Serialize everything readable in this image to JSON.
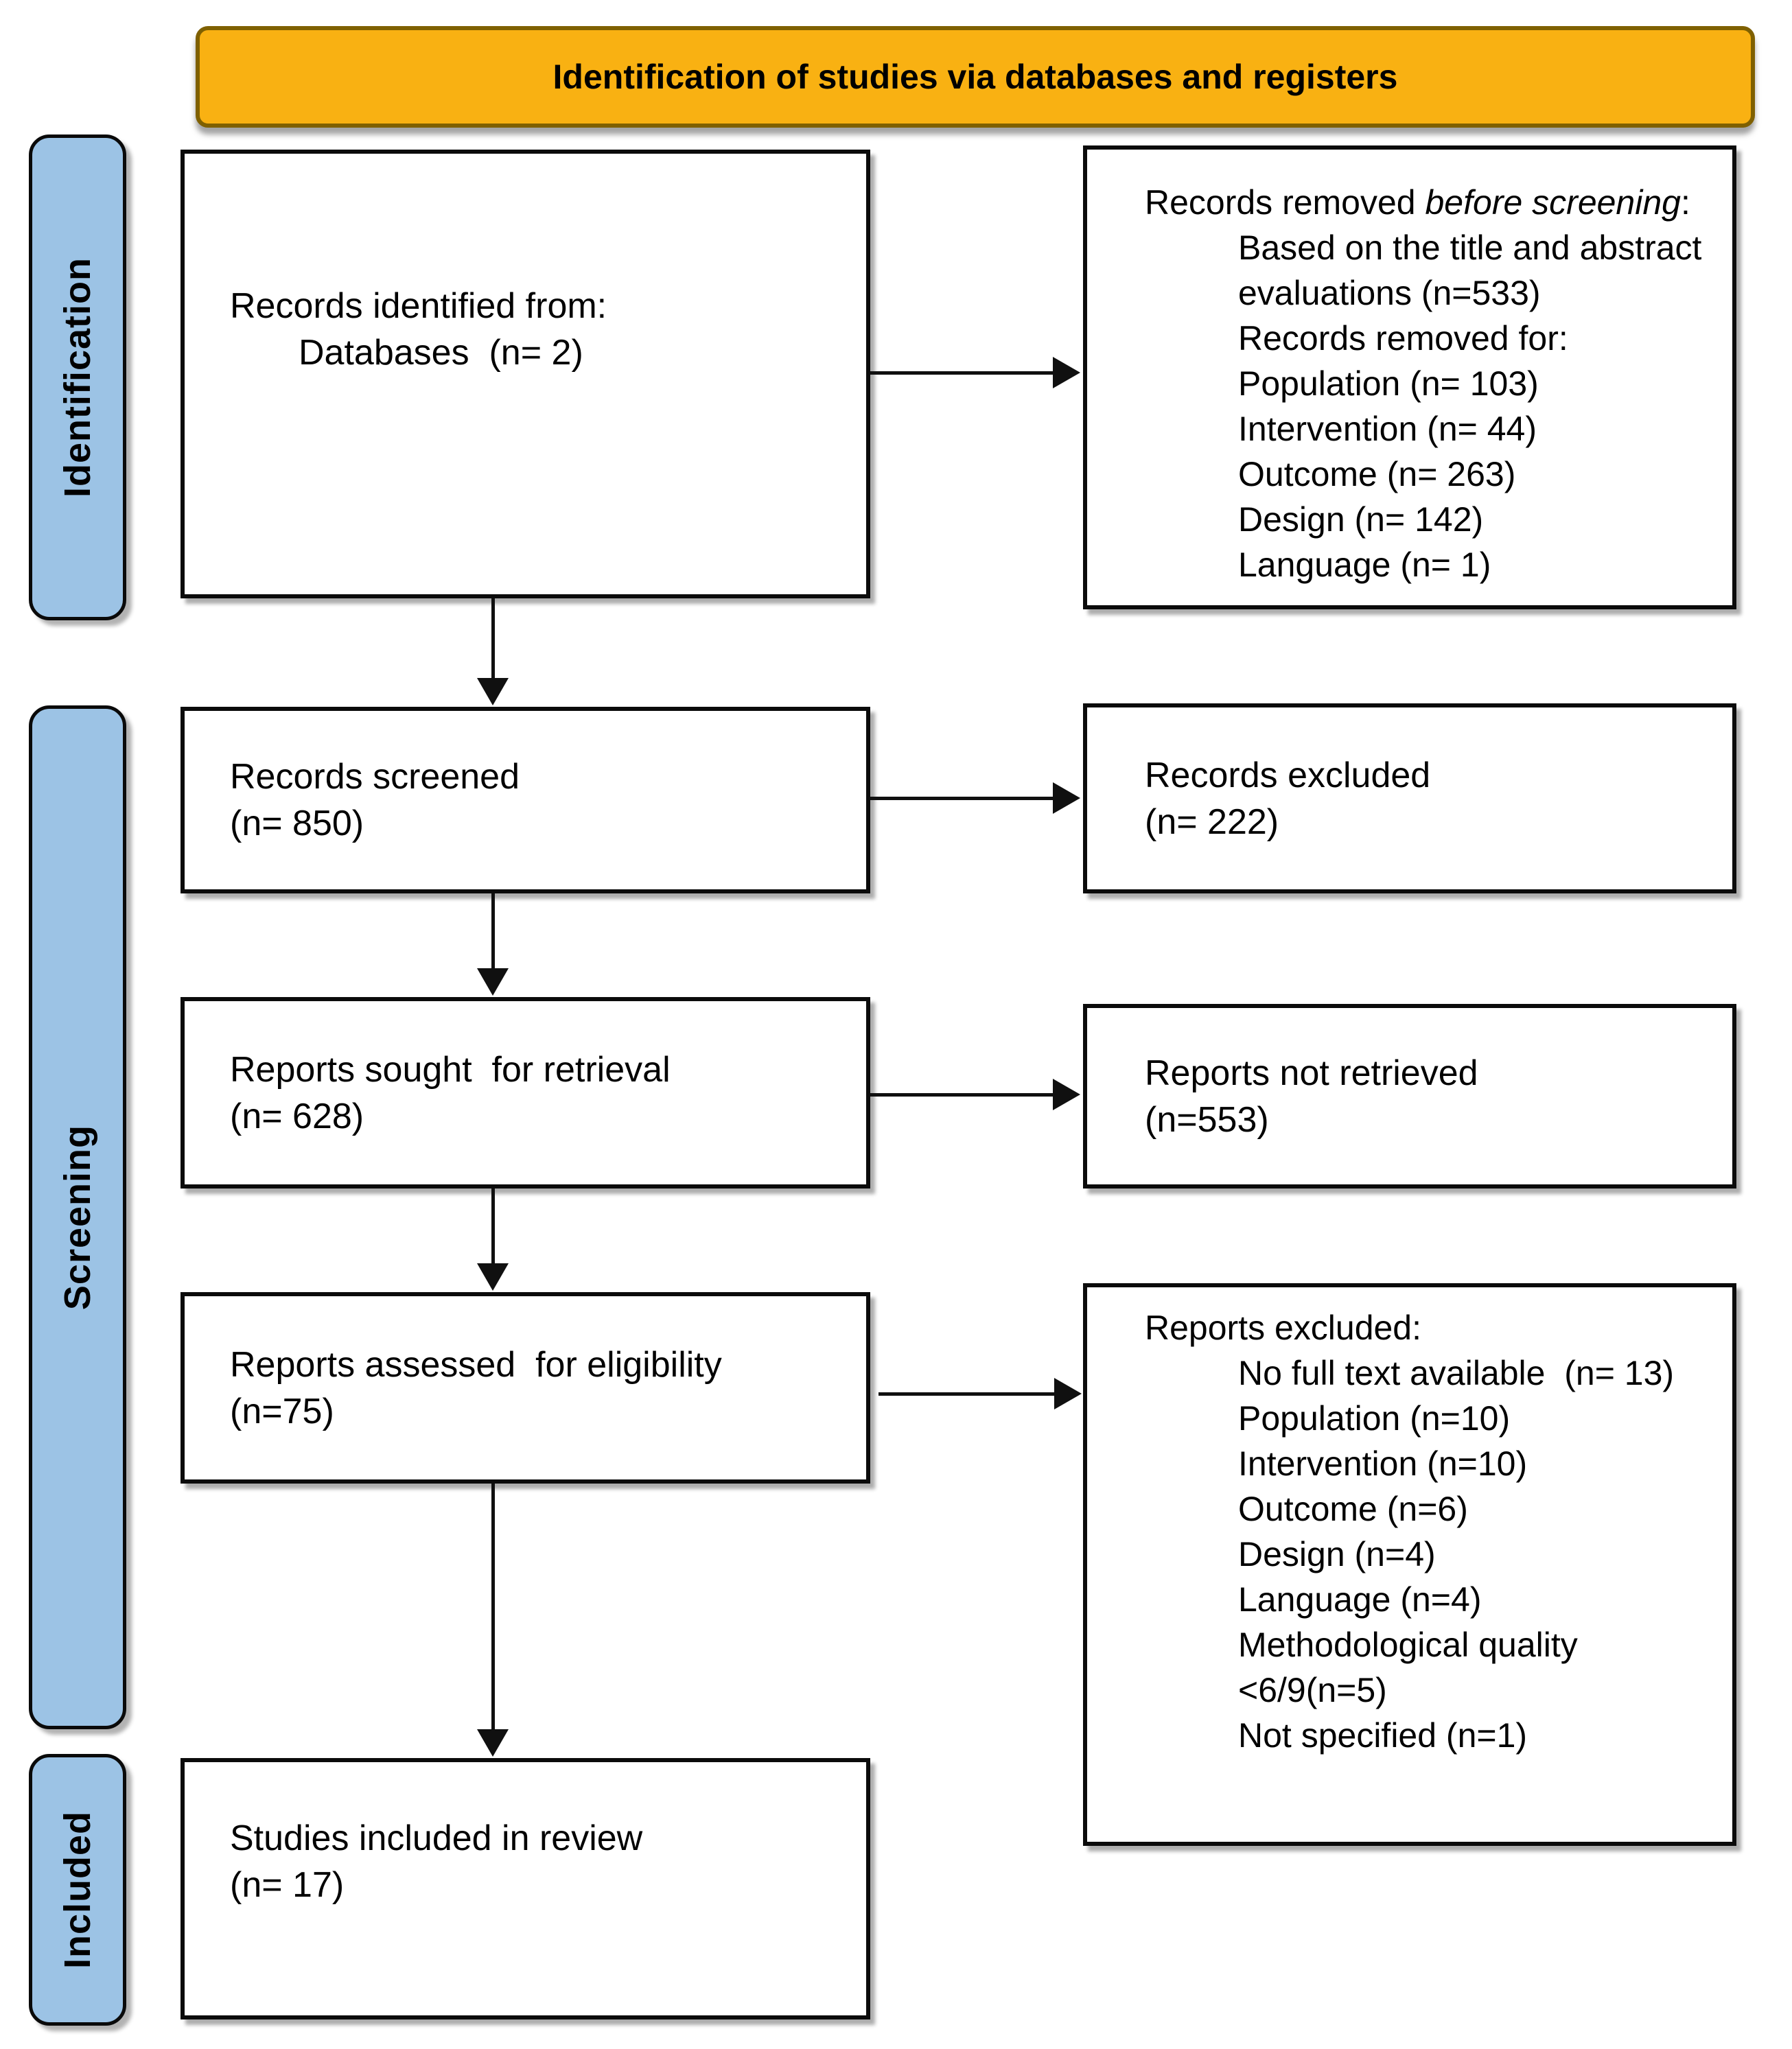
{
  "banner": {
    "label": "Identification of studies via databases and registers"
  },
  "sidebar": {
    "stages": [
      {
        "label": "Identification"
      },
      {
        "label": "Screening"
      },
      {
        "label": "Included"
      }
    ]
  },
  "left_boxes": {
    "records_identified": {
      "line1": "Records identified from:",
      "line2": "Databases  (n= 2)"
    },
    "records_screened": {
      "line1": "Records screened",
      "line2": "(n= 850)"
    },
    "reports_sought": {
      "line1": "Reports sought  for retrieval",
      "line2": "(n= 628)"
    },
    "reports_assessed": {
      "line1": "Reports assessed  for eligibility",
      "line2": "(n=75)"
    },
    "studies_included": {
      "line1": "Studies included in review",
      "line2": "(n= 17)"
    }
  },
  "right_boxes": {
    "records_removed": {
      "title_prefix": "Records removed ",
      "title_italic": "before screening",
      "title_suffix": ":",
      "items": [
        "Based on the title and abstract",
        "evaluations (n=533)",
        "Records removed for:",
        "Population (n= 103)",
        "Intervention (n= 44)",
        "Outcome (n= 263)",
        "Design (n= 142)",
        "Language (n= 1)"
      ]
    },
    "records_excluded": {
      "line1": "Records excluded",
      "line2": "(n= 222)"
    },
    "reports_not_retrieved": {
      "line1": "Reports not retrieved",
      "line2": "(n=553)"
    },
    "reports_excluded": {
      "title": "Reports excluded:",
      "items": [
        "No full text available  (n= 13)",
        "Population (n=10)",
        "Intervention (n=10)",
        "Outcome (n=6)",
        "Design (n=4)",
        "Language (n=4)",
        "Methodological quality",
        "<6/9(n=5)",
        "Not specified (n=1)"
      ]
    }
  },
  "colors": {
    "banner_bg": "#F9B112",
    "banner_border": "#7F6000",
    "stage_bg": "#9CC3E5",
    "box_border": "#000000",
    "arrow": "#101010",
    "box_bg": "#FFFFFF"
  }
}
